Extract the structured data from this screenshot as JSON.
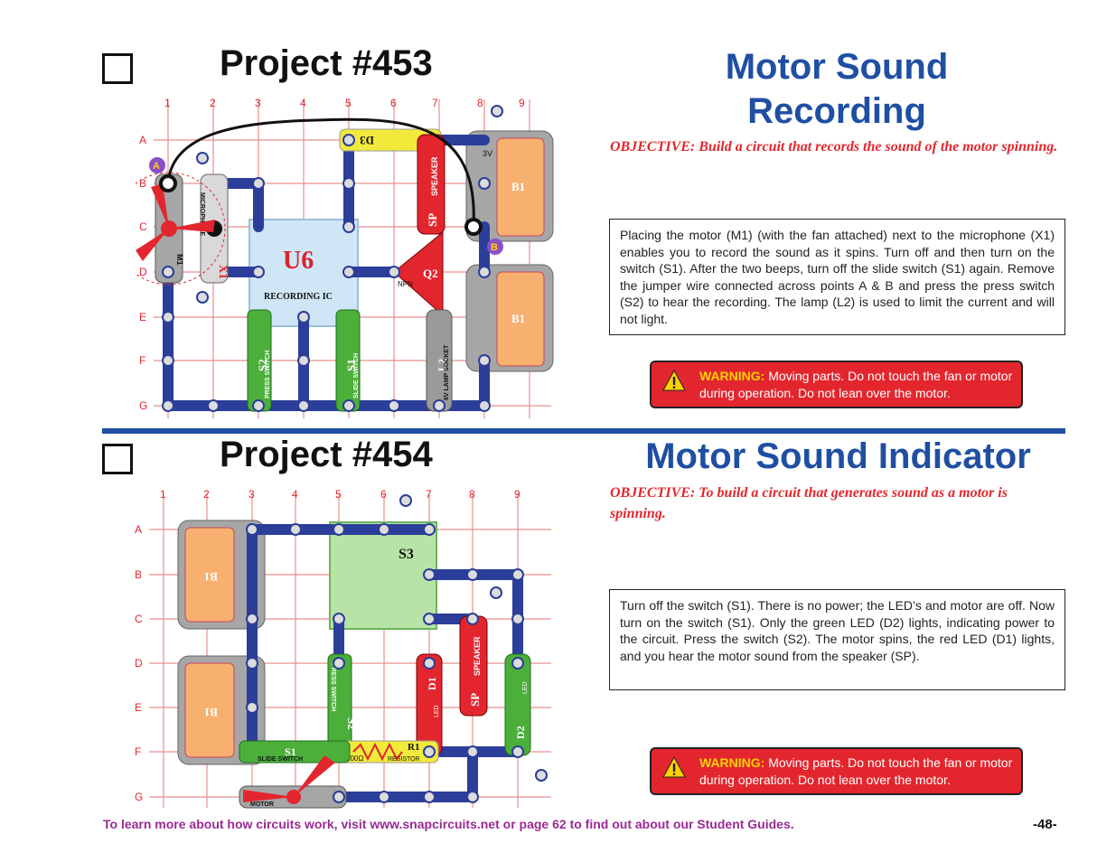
{
  "project1": {
    "number": "Project #453",
    "title_line1": "Motor Sound",
    "title_line2": "Recording",
    "objective": "OBJECTIVE:  Build a circuit that records the sound of the motor spinning.",
    "description": "Placing the motor (M1) (with the fan attached) next to the microphone (X1) enables you to record the sound as it spins.  Turn off and then turn on the switch (S1).  After the two beeps, turn off the slide switch (S1) again.  Remove the jumper wire connected across points A & B and press the press switch (S2) to hear the recording.  The lamp (L2) is used to limit the current and will not light.",
    "warning_label": "WARNING:",
    "warning_text": " Moving parts.  Do not touch the fan or motor during operation. Do not lean over the motor.",
    "diagram": {
      "cols": [
        "1",
        "2",
        "3",
        "4",
        "5",
        "6",
        "7",
        "8",
        "9"
      ],
      "rows": [
        "A",
        "B",
        "C",
        "D",
        "E",
        "F",
        "G"
      ],
      "point_a": "A",
      "point_b": "B",
      "u6_label": "U6",
      "u6_sub": "RECORDING IC",
      "q2_label": "Q2",
      "npn_label": "NPN",
      "d3_label": "D3",
      "sp_label": "SP",
      "speaker_label": "SPEAKER",
      "b1_label": "B1",
      "b1_label_2": "B1",
      "battery_v": "3V",
      "s2_label": "S2",
      "s2_sub": "PRESS SWITCH",
      "s1_label": "S1",
      "s1_sub": "SLIDE SWITCH",
      "l2_label": "L2",
      "l2_sub": "6V LAMP SOCKET",
      "x1_label": "X1",
      "x1_sub": "MICROPHONE",
      "m1_label": "M1"
    }
  },
  "project2": {
    "number": "Project #454",
    "title": "Motor Sound Indicator",
    "objective": "OBJECTIVE:  To build a circuit that generates sound as a motor is spinning.",
    "description": "Turn off the switch (S1).  There is no power; the LED’s and motor are off.  Now turn on the switch (S1).  Only the green LED (D2) lights, indicating power to the circuit.  Press the switch (S2).  The motor spins, the red LED (D1) lights, and you hear the motor sound from the speaker (SP).",
    "warning_label": "WARNING:",
    "warning_text": " Moving parts.  Do not touch the fan or motor during operation. Do not lean over the motor.",
    "diagram": {
      "cols": [
        "1",
        "2",
        "3",
        "4",
        "5",
        "6",
        "7",
        "8",
        "9"
      ],
      "rows": [
        "A",
        "B",
        "C",
        "D",
        "E",
        "F",
        "G"
      ],
      "b1_label": "B1",
      "b1_label_2": "B1",
      "s3_label": "S3",
      "s2_label": "S2",
      "s2_sub": "PRESS SWITCH",
      "s1_label": "S1",
      "s1_sub": "SLIDE SWITCH",
      "d1_label": "D1",
      "d2_label": "D2",
      "led_label": "LED",
      "sp_label": "SP",
      "speaker_label": "SPEAKER",
      "r1_label": "R1",
      "r1_value": "100Ω",
      "resistor_label": "RESISTOR",
      "motor_label": "MOTOR"
    }
  },
  "footer": {
    "text": "To learn more about how circuits work, visit www.snapcircuits.net or page 62 to find out about our Student Guides.",
    "page": "-48-"
  },
  "colors": {
    "title_blue": "#1f4fa3",
    "objective_red": "#e3262e",
    "warning_red": "#e3262e",
    "warning_yellow": "#ffd200",
    "footer_purple": "#9a2a94",
    "wire_blue": "#2b3e9a",
    "grid_red": "#e8908c"
  },
  "icons": {
    "warning": "warning-triangle-icon",
    "checkbox": "checkbox-icon"
  }
}
